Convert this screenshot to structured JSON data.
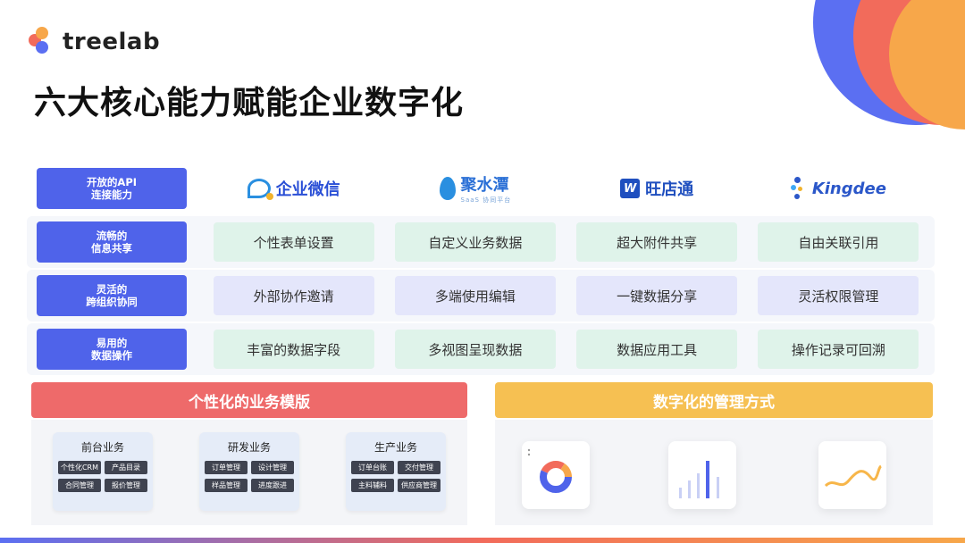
{
  "brand": {
    "name": "treelab"
  },
  "title": "六大核心能力赋能企业数字化",
  "rows": [
    {
      "label_line1": "开放的API",
      "label_line2": "连接能力",
      "brands": [
        "企业微信",
        "聚水潭",
        "旺店通",
        "Kingdee"
      ],
      "jst_sub": "SaaS 协同平台"
    },
    {
      "label_line1": "流畅的",
      "label_line2": "信息共享",
      "cells": [
        "个性表单设置",
        "自定义业务数据",
        "超大附件共享",
        "自由关联引用"
      ]
    },
    {
      "label_line1": "灵活的",
      "label_line2": "跨组织协同",
      "cells": [
        "外部协作邀请",
        "多端使用编辑",
        "一键数据分享",
        "灵活权限管理"
      ]
    },
    {
      "label_line1": "易用的",
      "label_line2": "数据操作",
      "cells": [
        "丰富的数据字段",
        "多视图呈现数据",
        "数据应用工具",
        "操作记录可回溯"
      ]
    }
  ],
  "sections": {
    "left_title": "个性化的业务模版",
    "right_title": "数字化的管理方式"
  },
  "templates": [
    {
      "title": "前台业务",
      "tags": [
        "个性化CRM",
        "产品目录",
        "合同管理",
        "报价管理"
      ]
    },
    {
      "title": "研发业务",
      "tags": [
        "订单管理",
        "设计管理",
        "样品管理",
        "进度跟进"
      ]
    },
    {
      "title": "生产业务",
      "tags": [
        "订单台账",
        "交付管理",
        "主料辅料",
        "供应商管理"
      ]
    }
  ],
  "colors": {
    "primary": "#4f63ea",
    "red": "#ee6a6a",
    "yellow": "#f6c052",
    "green_cell": "#dff3ea",
    "purple_cell": "#e4e6fb"
  },
  "icons": [
    "donut-chart-icon",
    "bar-chart-icon",
    "line-chart-icon"
  ]
}
